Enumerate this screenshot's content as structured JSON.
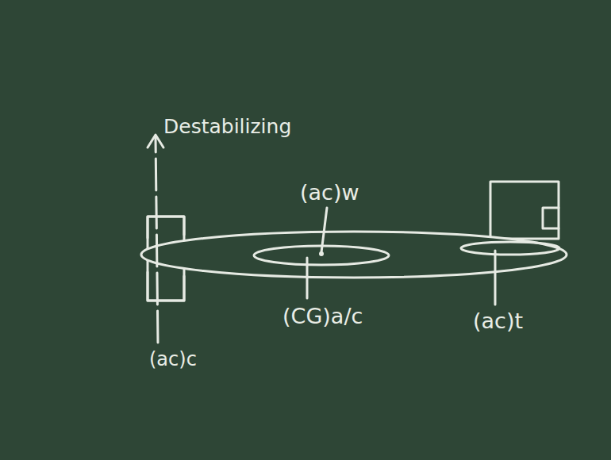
{
  "diagram": {
    "labels": [
      "Destabilizing",
      "(ac)w",
      "(CG)a/c",
      "(ac)t",
      "(ac)c"
    ]
  }
}
